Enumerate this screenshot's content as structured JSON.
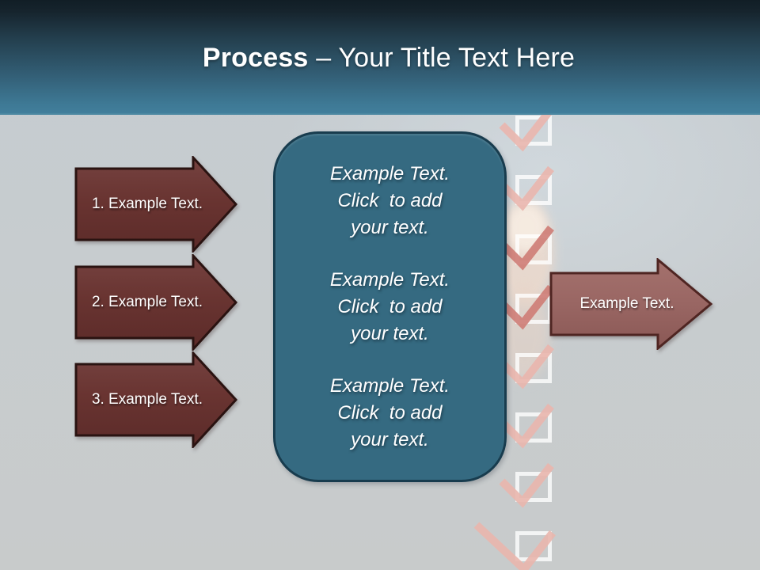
{
  "header": {
    "title_bold": "Process",
    "title_rest": " – Your Title Text Here"
  },
  "left_arrows": [
    {
      "label": "1. Example Text."
    },
    {
      "label": "2. Example Text."
    },
    {
      "label": "3. Example Text."
    }
  ],
  "center_panel": {
    "blocks": [
      {
        "lines": [
          "Example Text.",
          "Click  to add",
          "your text."
        ]
      },
      {
        "lines": [
          "Example Text.",
          "Click  to add",
          "your text."
        ]
      },
      {
        "lines": [
          "Example Text.",
          "Click  to add",
          "your text."
        ]
      }
    ]
  },
  "right_arrow": {
    "label": "Example Text."
  },
  "background": {
    "checkbox_count": 8,
    "checkbox_border_color": "rgba(255,255,255,0.78)",
    "checkmark_color": "#eab6ae",
    "checkmark_accent_color": "#cf7d76"
  },
  "colors": {
    "header_gradient_top": "#111e26",
    "header_gradient_bottom": "#417e9b",
    "left_arrow_fill": "#693431",
    "left_arrow_border": "#2a1311",
    "right_arrow_fill": "#996663",
    "right_arrow_border": "#4f2522",
    "panel_fill": "#356a81",
    "panel_border": "#183c4e",
    "slide_background": "#c7cbce",
    "text_color": "#ffffff"
  }
}
